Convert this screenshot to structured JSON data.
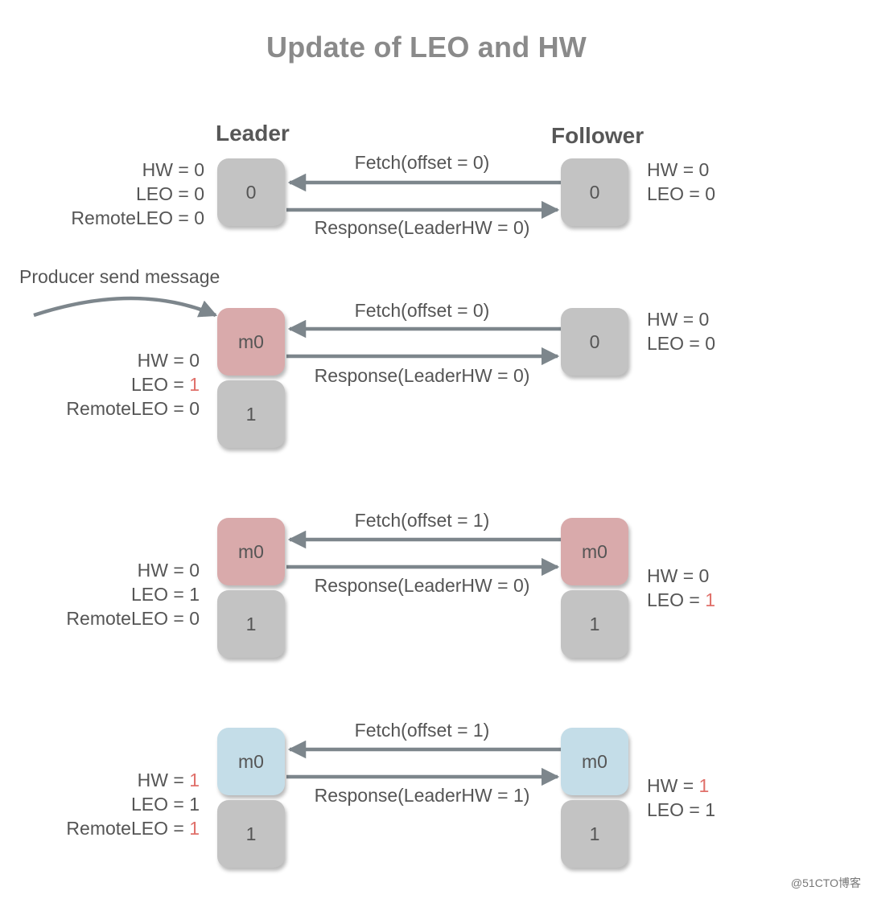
{
  "title": "Update of LEO and HW",
  "leader_label": "Leader",
  "follower_label": "Follower",
  "producer_note": "Producer send message",
  "watermark": "@51CTO博客",
  "colors": {
    "arrow": "#7d868c",
    "gray_box": "#c3c3c3",
    "red_box": "#d9aaab",
    "blue_box": "#c4dde8",
    "highlight": "#e0706a"
  },
  "steps": [
    {
      "fetch": "Fetch(offset = 0)",
      "response": "Response(LeaderHW = 0)",
      "leader_stats": {
        "hw_label": "HW = ",
        "hw_value": "0",
        "leo_label": "LEO = ",
        "leo_value": "0",
        "remote_label": "RemoteLEO = ",
        "remote_value": "0"
      },
      "follower_stats": {
        "hw_label": "HW = ",
        "hw_value": "0",
        "leo_label": "LEO = ",
        "leo_value": "0"
      },
      "leader_boxes": [
        "0"
      ],
      "follower_boxes": [
        "0"
      ]
    },
    {
      "fetch": "Fetch(offset = 0)",
      "response": "Response(LeaderHW = 0)",
      "leader_stats": {
        "hw_label": "HW = ",
        "hw_value": "0",
        "leo_label": "LEO = ",
        "leo_value": "1",
        "remote_label": "RemoteLEO = ",
        "remote_value": "0"
      },
      "follower_stats": {
        "hw_label": "HW = ",
        "hw_value": "0",
        "leo_label": "LEO = ",
        "leo_value": "0"
      },
      "leader_boxes": [
        "m0",
        "1"
      ],
      "follower_boxes": [
        "0"
      ]
    },
    {
      "fetch": "Fetch(offset = 1)",
      "response": "Response(LeaderHW = 0)",
      "leader_stats": {
        "hw_label": "HW = ",
        "hw_value": "0",
        "leo_label": "LEO = ",
        "leo_value": "1",
        "remote_label": "RemoteLEO = ",
        "remote_value": "0"
      },
      "follower_stats": {
        "hw_label": "HW = ",
        "hw_value": "0",
        "leo_label": "LEO = ",
        "leo_value": "1"
      },
      "leader_boxes": [
        "m0",
        "1"
      ],
      "follower_boxes": [
        "m0",
        "1"
      ]
    },
    {
      "fetch": "Fetch(offset = 1)",
      "response": "Response(LeaderHW = 1)",
      "leader_stats": {
        "hw_label": "HW = ",
        "hw_value": "1",
        "leo_label": "LEO = ",
        "leo_value": "1",
        "remote_label": "RemoteLEO = ",
        "remote_value": "1"
      },
      "follower_stats": {
        "hw_label": "HW = ",
        "hw_value": "1",
        "leo_label": "LEO = ",
        "leo_value": "1"
      },
      "leader_boxes": [
        "m0",
        "1"
      ],
      "follower_boxes": [
        "m0",
        "1"
      ]
    }
  ]
}
